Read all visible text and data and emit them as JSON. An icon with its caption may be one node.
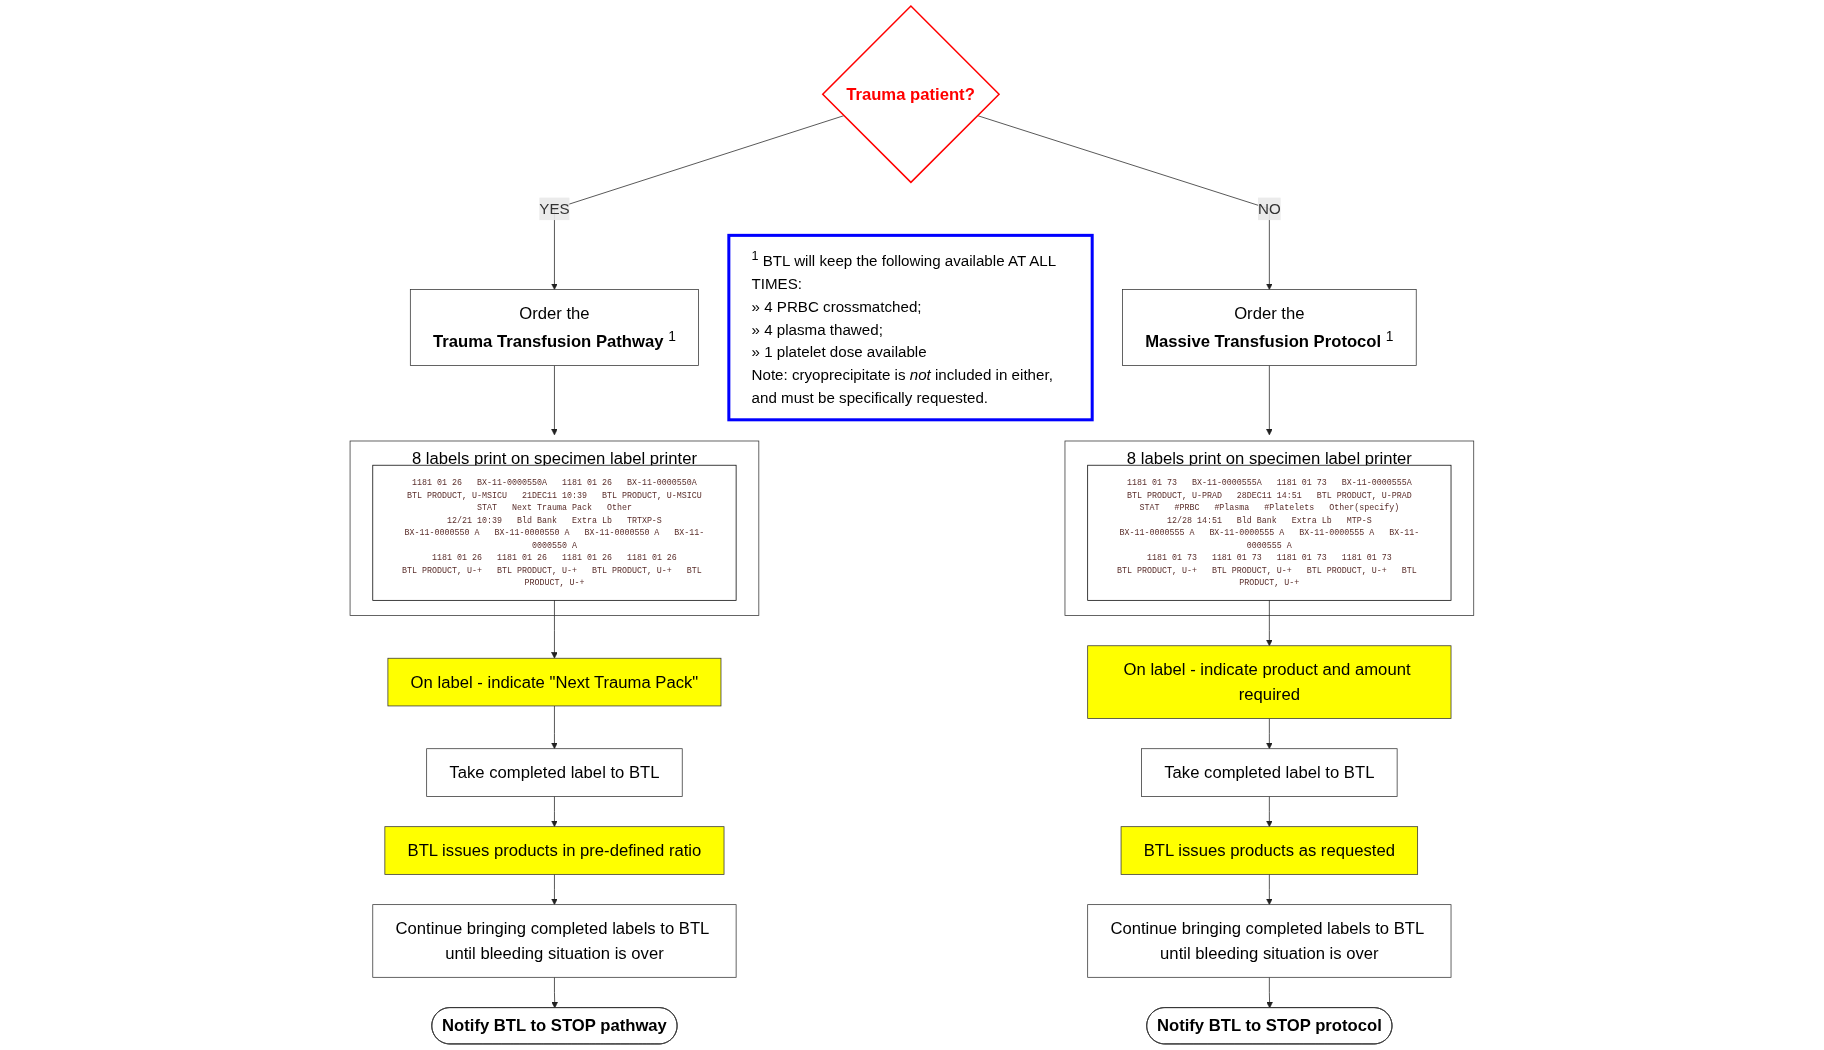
{
  "diagram": {
    "nodes": [
      {
        "text": [
          "Trauma patient?"
        ]
      },
      {
        "text": [
          "Order the",
          "**Trauma Transfusion Pathway** $^{1}$"
        ]
      },
      {
        "text": [
          "8 labels print on specimen label printer"
        ]
      },
      {
        "text": [
          "1181 01 26",
          "BX-11-0000550A",
          "1181 01 26",
          "BX-11-0000550A",
          "BTL PRODUCT, U-MSICU",
          "21DEC11 10:39",
          "BTL PRODUCT, U-MSICU",
          "STAT",
          "Next Trauma Pack",
          "Other",
          "12/21 10:39",
          "Bld Bank",
          "Extra Lb",
          "TRTXP-S",
          "BX-11-0000550 A",
          "BX-11-0000550 A",
          "BX-11-0000550 A",
          "BX-11-0000550 A",
          "1181 01 26",
          "1181 01 26",
          "1181 01 26",
          "1181 01 26",
          "BTL PRODUCT, U-+",
          "BTL PRODUCT, U-+",
          "BTL PRODUCT, U-+",
          "BTL PRODUCT, U-+"
        ],
        "in": 2
      },
      {
        "text": [
          "On label - indicate \"Next Trauma Pack\""
        ]
      },
      {
        "text": [
          "Take completed label to BTL"
        ]
      },
      {
        "text": [
          "BTL issues products in pre-defined ratio"
        ]
      },
      {
        "text": [
          "Continue bringing completed labels to BTL until bleeding situation is over"
        ]
      },
      {
        "text": [
          "Notify BTL to STOP pathway"
        ]
      },
      {
        "text": [
          "$^{1}$ BTL will keep the following available AT ALL TIMES:",
          "» 4 PRBC crossmatched;",
          "» 4 plasma thawed;",
          "» 1 platelet dose available",
          "Note: cryoprecipitate is *not* included in either, and must be specifically requested."
        ]
      },
      {
        "text": [
          "Order the",
          "**Massive Transfusion Protocol** $^{1}$"
        ]
      },
      {
        "text": [
          "8 labels print on specimen label printer"
        ]
      },
      {
        "text": [
          "1181 01 73",
          "BX-11-0000555A",
          "1181 01 73",
          "BX-11-0000555A",
          "BTL PRODUCT, U-PRAD",
          "28DEC11 14:51",
          "BTL PRODUCT, U-PRAD",
          "STAT",
          "#PRBC",
          "#Plasma",
          "#Platelets",
          "Other(specify)",
          "12/28 14:51",
          "Bld Bank",
          "Extra Lb",
          "MTP-S",
          "BX-11-0000555 A",
          "BX-11-0000555 A",
          "BX-11-0000555 A",
          "BX-11-0000555 A",
          "1181 01 73",
          "1181 01 73",
          "1181 01 73",
          "1181 01 73",
          "BTL PRODUCT, U-+",
          "BTL PRODUCT, U-+",
          "BTL PRODUCT, U-+",
          "BTL PRODUCT, U-+"
        ],
        "in": 11
      },
      {
        "text": [
          "On label - indicate product and amount required"
        ]
      },
      {
        "text": [
          "Take completed label to BTL"
        ]
      },
      {
        "text": [
          "BTL issues products as requested"
        ]
      },
      {
        "text": [
          "Continue bringing completed labels to BTL until bleeding situation is over"
        ]
      },
      {
        "text": [
          "Notify BTL to STOP protocol"
        ]
      }
    ],
    "edges": [
      {
        "from": 0,
        "to": 1,
        "arrow": "to",
        "label": "YES"
      },
      {
        "from": 0,
        "to": 10,
        "arrow": "to",
        "label": "NO"
      },
      {
        "from": 1,
        "to": 2,
        "arrow": "to"
      },
      {
        "from": 3,
        "to": 4,
        "arrow": "to"
      },
      {
        "from": 4,
        "to": 5,
        "arrow": "to"
      },
      {
        "from": 5,
        "to": 6,
        "arrow": "to"
      },
      {
        "from": 6,
        "to": 7,
        "arrow": "to"
      },
      {
        "from": 7,
        "to": 8,
        "arrow": "to"
      },
      {
        "from": 10,
        "to": 11,
        "arrow": "to"
      },
      {
        "from": 12,
        "to": 13,
        "arrow": "to"
      },
      {
        "from": 13,
        "to": 14,
        "arrow": "to"
      },
      {
        "from": 14,
        "to": 15,
        "arrow": "to"
      },
      {
        "from": 15,
        "to": 16,
        "arrow": "to"
      },
      {
        "from": 16,
        "to": 17,
        "arrow": "to"
      }
    ]
  }
}
